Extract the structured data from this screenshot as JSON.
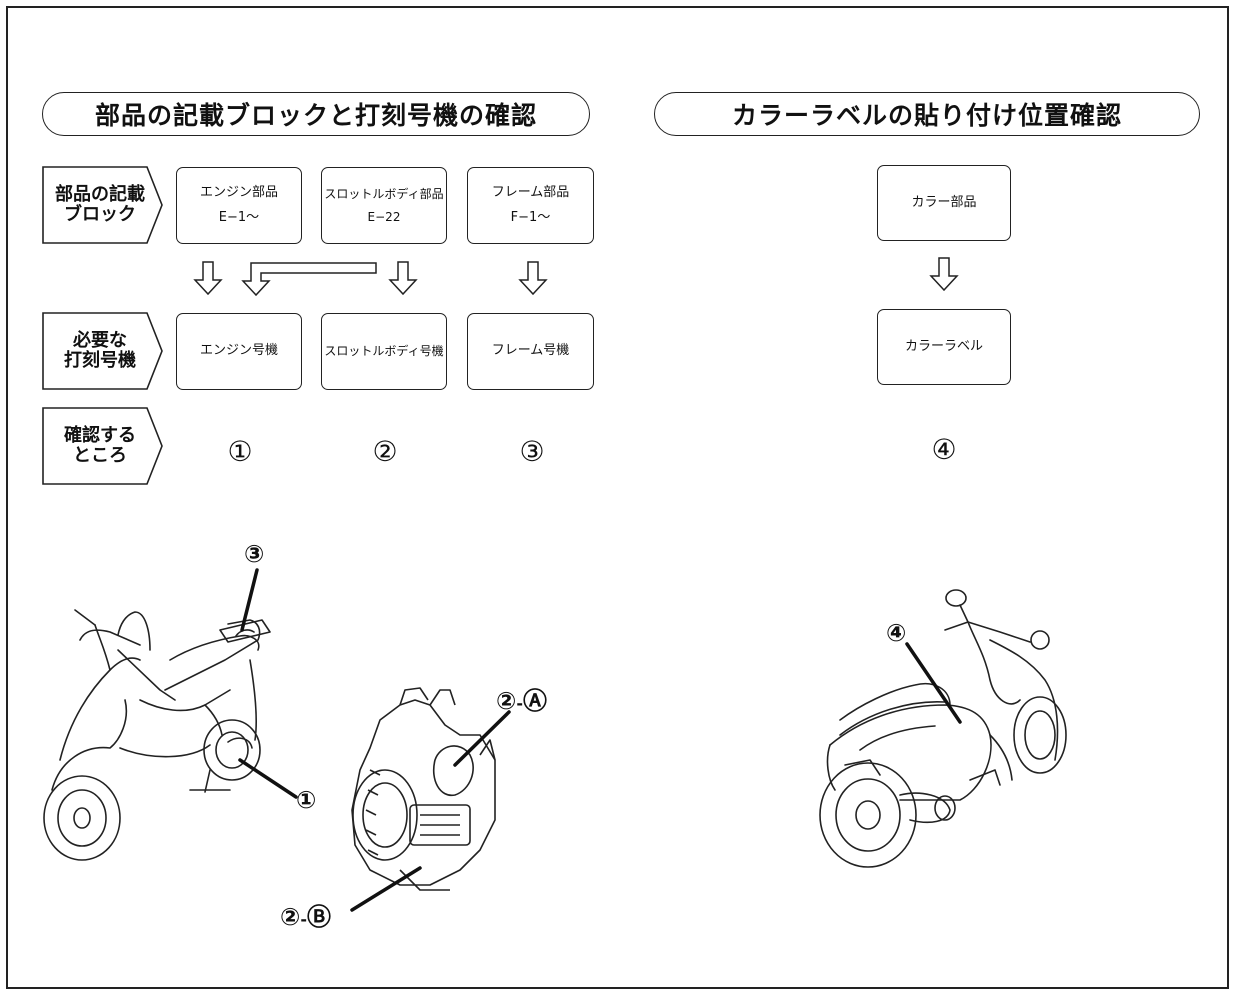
{
  "titles": {
    "left": "部品の記載ブロックと打刻号機の確認",
    "right": "カラーラベルの貼り付け位置確認"
  },
  "rows": {
    "row1": [
      "部品の記載",
      "ブロック"
    ],
    "row2": [
      "必要な",
      "打刻号機"
    ],
    "row3": [
      "確認する",
      "ところ"
    ]
  },
  "blocks": [
    {
      "name": "エンジン部品",
      "code": "E−1〜"
    },
    {
      "name": "スロットルボディ部品",
      "code": "E−22"
    },
    {
      "name": "フレーム部品",
      "code": "F−1〜"
    }
  ],
  "stamps": [
    "エンジン号機",
    "スロットルボディ号機",
    "フレーム号機"
  ],
  "checks": [
    "①",
    "②",
    "③"
  ],
  "color": {
    "part": "カラー部品",
    "label": "カラーラベル",
    "check": "④"
  },
  "callouts": {
    "c1": "①",
    "c2": "②",
    "c2a": "Ⓐ",
    "c2b": "Ⓑ",
    "c3": "③",
    "c4": "④",
    "dash": "-"
  }
}
